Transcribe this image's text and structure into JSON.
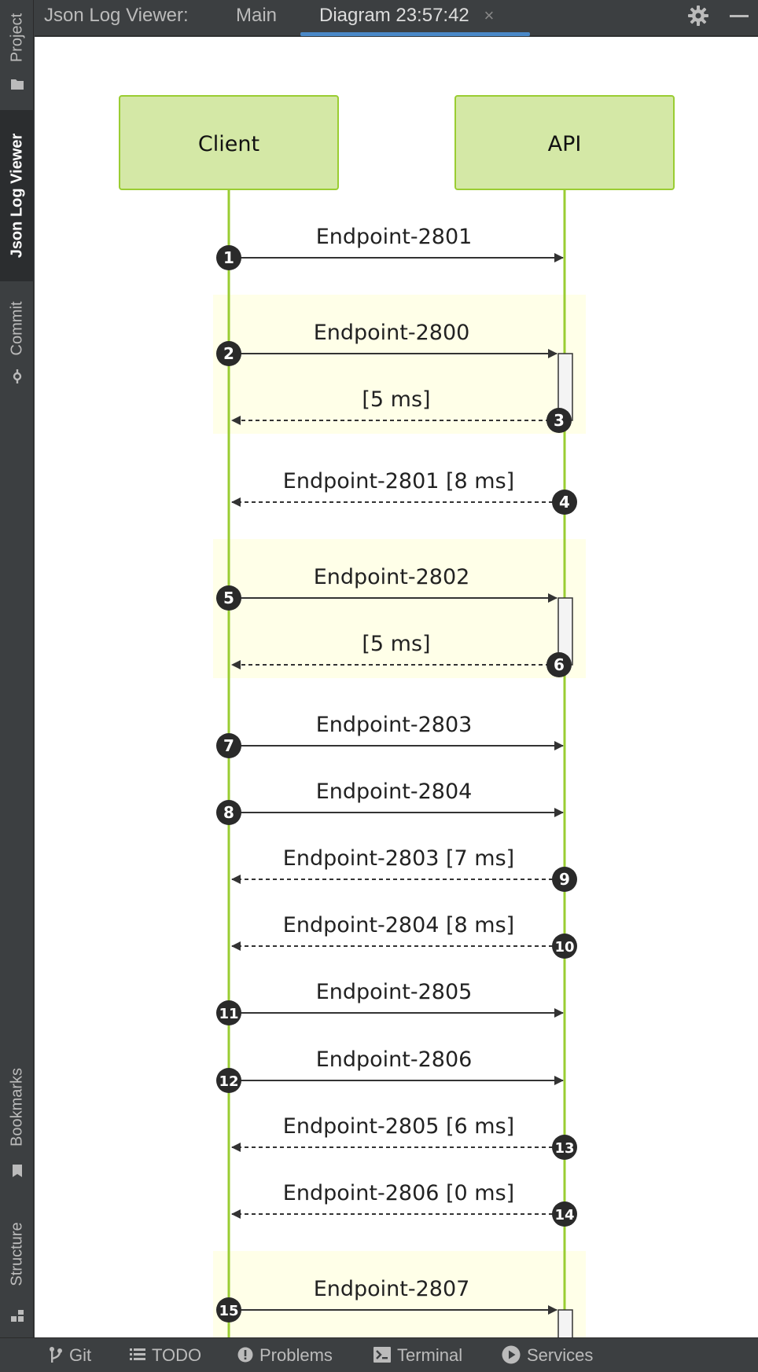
{
  "header": {
    "title": "Json Log Viewer:",
    "tabs": [
      {
        "label": "Main"
      },
      {
        "label": "Diagram 23:57:42",
        "close": "×"
      }
    ]
  },
  "sidebar": {
    "items": [
      {
        "label": "Project",
        "icon": "folder-icon"
      },
      {
        "label": "Json Log Viewer"
      },
      {
        "label": "Commit",
        "icon": "commit-icon"
      },
      {
        "label": "Bookmarks",
        "icon": "bookmark-icon"
      },
      {
        "label": "Structure",
        "icon": "structure-icon"
      }
    ]
  },
  "bottom_bar": {
    "items": [
      {
        "label": "Git",
        "icon": "git-branch-icon"
      },
      {
        "label": "TODO",
        "icon": "list-icon"
      },
      {
        "label": "Problems",
        "icon": "problems-icon"
      },
      {
        "label": "Terminal",
        "icon": "terminal-icon"
      },
      {
        "label": "Services",
        "icon": "services-icon"
      }
    ]
  },
  "diagram": {
    "participants": [
      "Client",
      "API"
    ],
    "colors": {
      "participant_fill": "#d4e8a6",
      "participant_border": "#9acd32",
      "lifeline": "#9acd32",
      "group_fill": "#ffffe8",
      "arrow": "#333333",
      "badge": "#2a2a2a"
    },
    "messages": [
      {
        "n": "1",
        "label": "Endpoint-2801",
        "dir": "request"
      },
      {
        "n": "2",
        "label": "Endpoint-2800",
        "dir": "request",
        "group": "start"
      },
      {
        "n": "3",
        "label": "[5 ms]",
        "dir": "response",
        "group": "end"
      },
      {
        "n": "4",
        "label": "Endpoint-2801 [8 ms]",
        "dir": "response"
      },
      {
        "n": "5",
        "label": "Endpoint-2802",
        "dir": "request",
        "group": "start"
      },
      {
        "n": "6",
        "label": "[5 ms]",
        "dir": "response",
        "group": "end"
      },
      {
        "n": "7",
        "label": "Endpoint-2803",
        "dir": "request"
      },
      {
        "n": "8",
        "label": "Endpoint-2804",
        "dir": "request"
      },
      {
        "n": "9",
        "label": "Endpoint-2803 [7 ms]",
        "dir": "response"
      },
      {
        "n": "10",
        "label": "Endpoint-2804 [8 ms]",
        "dir": "response"
      },
      {
        "n": "11",
        "label": "Endpoint-2805",
        "dir": "request"
      },
      {
        "n": "12",
        "label": "Endpoint-2806",
        "dir": "request"
      },
      {
        "n": "13",
        "label": "Endpoint-2805 [6 ms]",
        "dir": "response"
      },
      {
        "n": "14",
        "label": "Endpoint-2806 [0 ms]",
        "dir": "response"
      },
      {
        "n": "15",
        "label": "Endpoint-2807",
        "dir": "request",
        "group": "start"
      }
    ]
  }
}
